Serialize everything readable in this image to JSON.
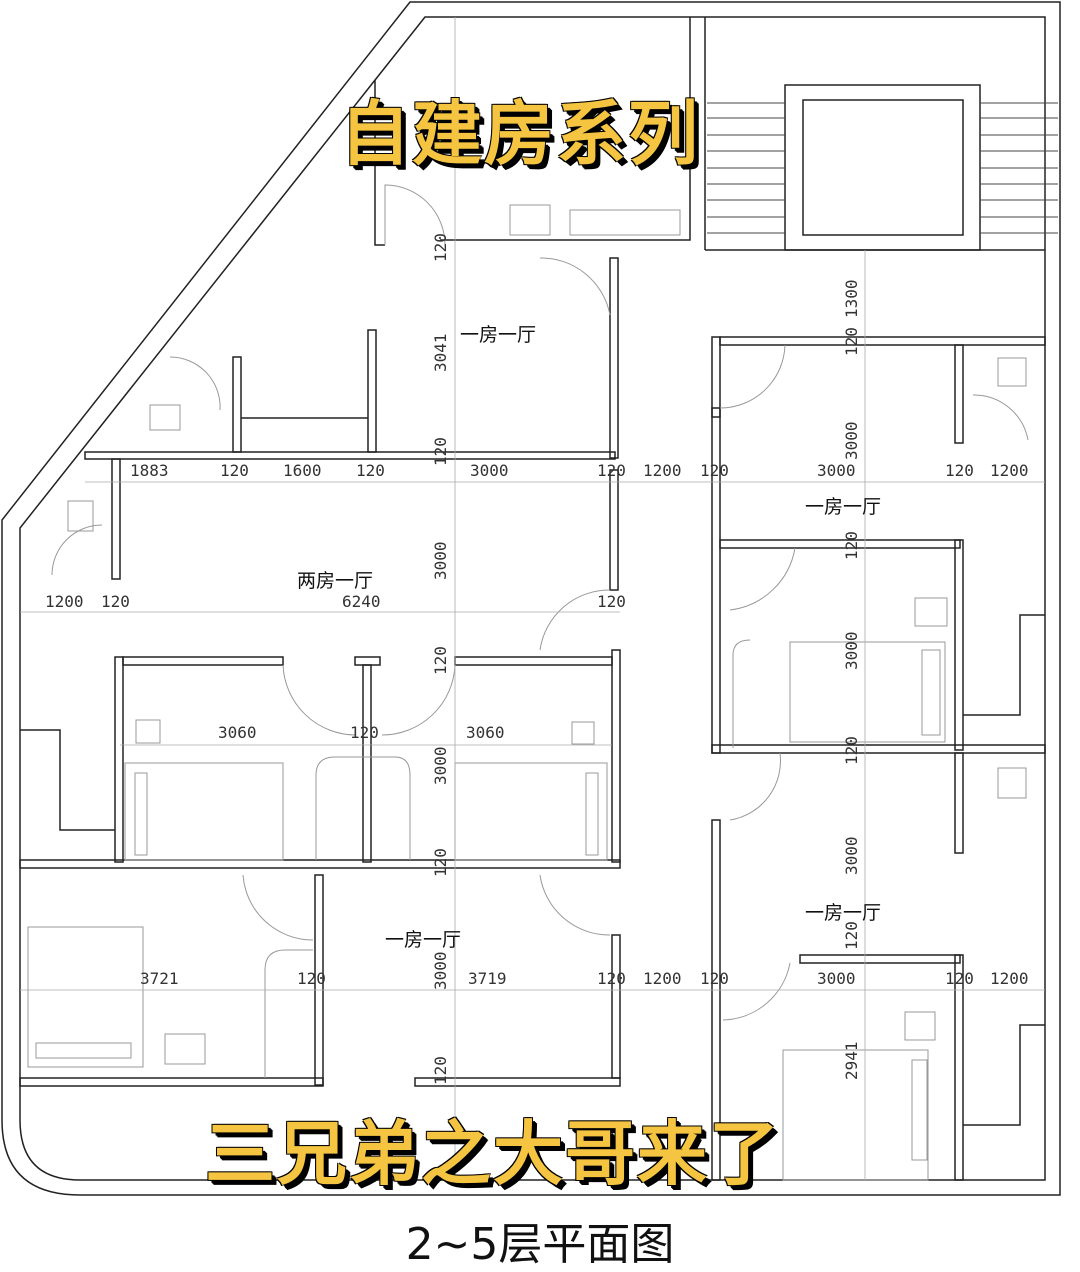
{
  "titles": {
    "top": "自建房系列",
    "bottom": "三兄弟之大哥来了",
    "caption": "2~5层平面图"
  },
  "colors": {
    "banner_fill": "#f5c542",
    "banner_shadow": "#000000",
    "wall": "#222222",
    "dim_line": "#999999"
  },
  "rooms": {
    "top_center": "一房一厅",
    "middle_left": "两房一厅",
    "right_upper": "一房一厅",
    "right_lower": "一房一厅",
    "bottom_left": "一房一厅"
  },
  "dims": {
    "r1": {
      "a": "1883",
      "b": "120",
      "c": "1600",
      "d": "120",
      "e": "3000",
      "f": "120",
      "g": "1200",
      "h": "120",
      "i": "3000",
      "j": "120",
      "k": "1200"
    },
    "r2": {
      "a": "1200",
      "b": "120",
      "c": "6240",
      "d": "120"
    },
    "r3": {
      "a": "3060",
      "b": "120",
      "c": "3060"
    },
    "r4": {
      "a": "3721",
      "b": "120",
      "c": "3719",
      "d": "120",
      "e": "1200",
      "f": "120",
      "g": "3000",
      "h": "120",
      "i": "1200"
    },
    "vert_left": {
      "a": "120",
      "b": "3041",
      "c": "120",
      "d": "3000",
      "e": "120",
      "f": "3000",
      "g": "120",
      "h": "3000",
      "i": "120"
    },
    "vert_right": {
      "a": "1300",
      "b": "120",
      "c": "3000",
      "d": "120",
      "e": "3000",
      "f": "120",
      "g": "3000",
      "h": "120",
      "i": "2941"
    }
  }
}
